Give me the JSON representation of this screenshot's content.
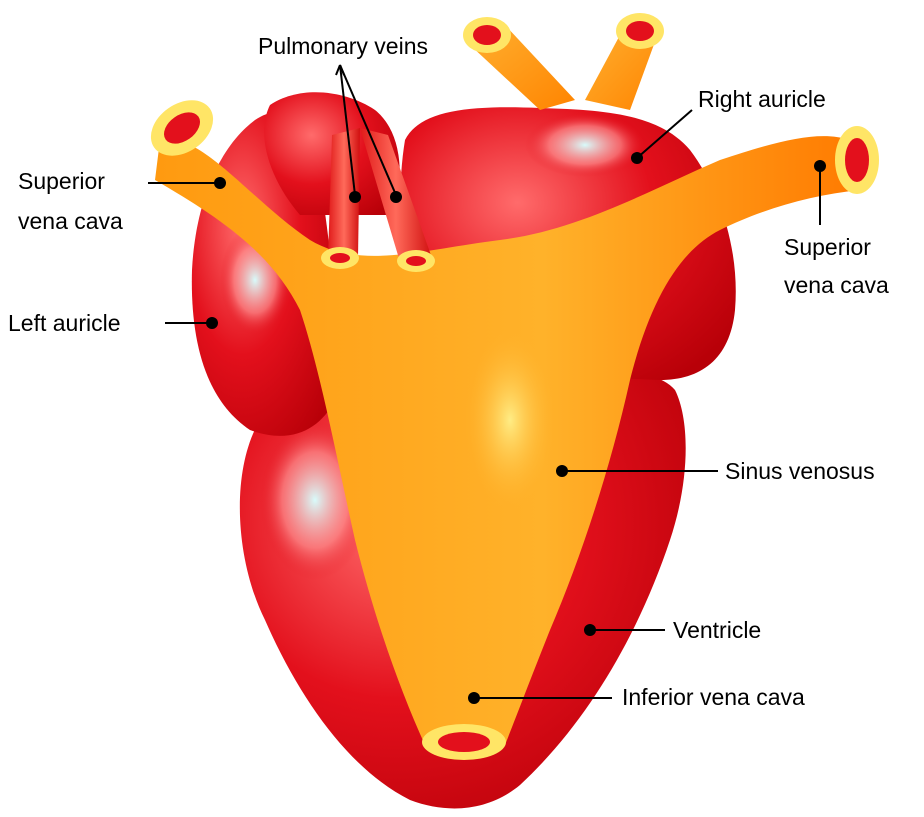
{
  "labels": {
    "pulmonary_veins": "Pulmonary veins",
    "right_auricle": "Right auricle",
    "superior_vena_cava_left_1": "Superior",
    "superior_vena_cava_left_2": "vena cava",
    "superior_vena_cava_right_1": "Superior",
    "superior_vena_cava_right_2": "vena cava",
    "left_auricle": "Left auricle",
    "sinus_venosus": "Sinus venosus",
    "ventricle": "Ventricle",
    "inferior_vena_cava": "Inferior vena cava"
  },
  "colors": {
    "heart_red": "#e3101c",
    "heart_dark_red": "#c8000a",
    "vessel_orange": "#ff8a00",
    "vessel_light": "#ffd24a",
    "highlight_cyan": "#c8f4f4",
    "vessel_rim": "#ffe566"
  }
}
